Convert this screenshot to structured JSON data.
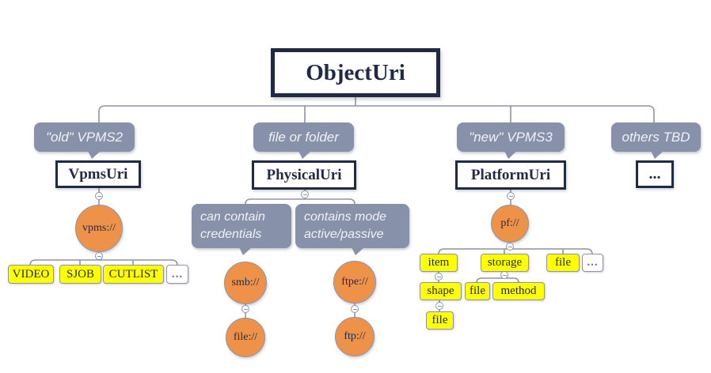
{
  "colors": {
    "navy": "#1f2b45",
    "slate": "#8791a9",
    "orange": "#ef9249",
    "yellow": "#ffff00",
    "connector": "#8b94a9"
  },
  "root": {
    "label": "ObjectUri"
  },
  "branch_old_vpms2": {
    "callout": "\"old\" VPMS2",
    "node": "VpmsUri",
    "scheme": "vpms://",
    "child_video": "VIDEO",
    "child_sjob": "SJOB",
    "child_cutlist": "CUTLIST",
    "child_more": "..."
  },
  "branch_file_or_folder": {
    "callout": "file or folder",
    "node": "PhysicalUri",
    "note_smb": "can contain credentials",
    "note_ftpe": "contains mode active/passive",
    "scheme_smb": "smb://",
    "scheme_file": "file://",
    "scheme_ftpe": "ftpe://",
    "scheme_ftp": "ftp://"
  },
  "branch_new_vpms3": {
    "callout": "\"new\" VPMS3",
    "node": "PlatformUri",
    "scheme": "pf://",
    "child_item": "item",
    "child_storage": "storage",
    "child_file": "file",
    "child_more": "...",
    "item_child_shape": "shape",
    "storage_child_file": "file",
    "storage_child_method": "method",
    "shape_child_file": "file"
  },
  "branch_others": {
    "callout": "others TBD",
    "node": "..."
  }
}
